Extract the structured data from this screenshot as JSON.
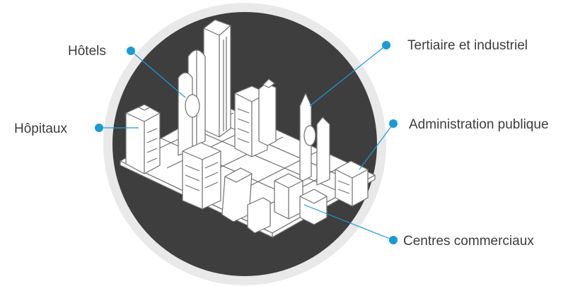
{
  "colors": {
    "circle_ring": "#e9e9e9",
    "circle_fill": "#3e3e3e",
    "city_stroke": "#6f6f6f",
    "city_fill": "#ffffff",
    "leader_dot": "#1a9ad6",
    "leader_line": "#1a9ad6",
    "label_text": "#3d3d3d"
  },
  "illustration": {
    "icon": "isometric-city-icon"
  },
  "labels": {
    "hotels": "Hôtels",
    "hospitals": "Hôpitaux",
    "tertiary": "Tertiaire et industriel",
    "public_admin": "Administration publique",
    "malls": "Centres commerciaux"
  }
}
